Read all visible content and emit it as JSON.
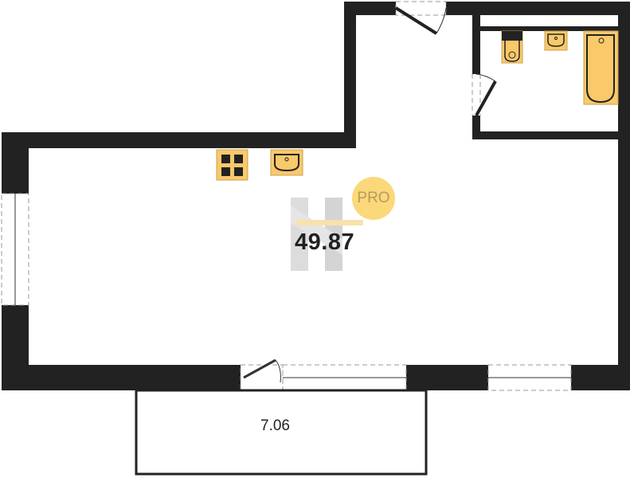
{
  "plan": {
    "main_area": "49.87",
    "balcony_area": "7.06",
    "badge": "PRO",
    "colors": {
      "wall": "#222222",
      "fixture": "#f9c96a",
      "accent": "#f6c95a"
    }
  }
}
